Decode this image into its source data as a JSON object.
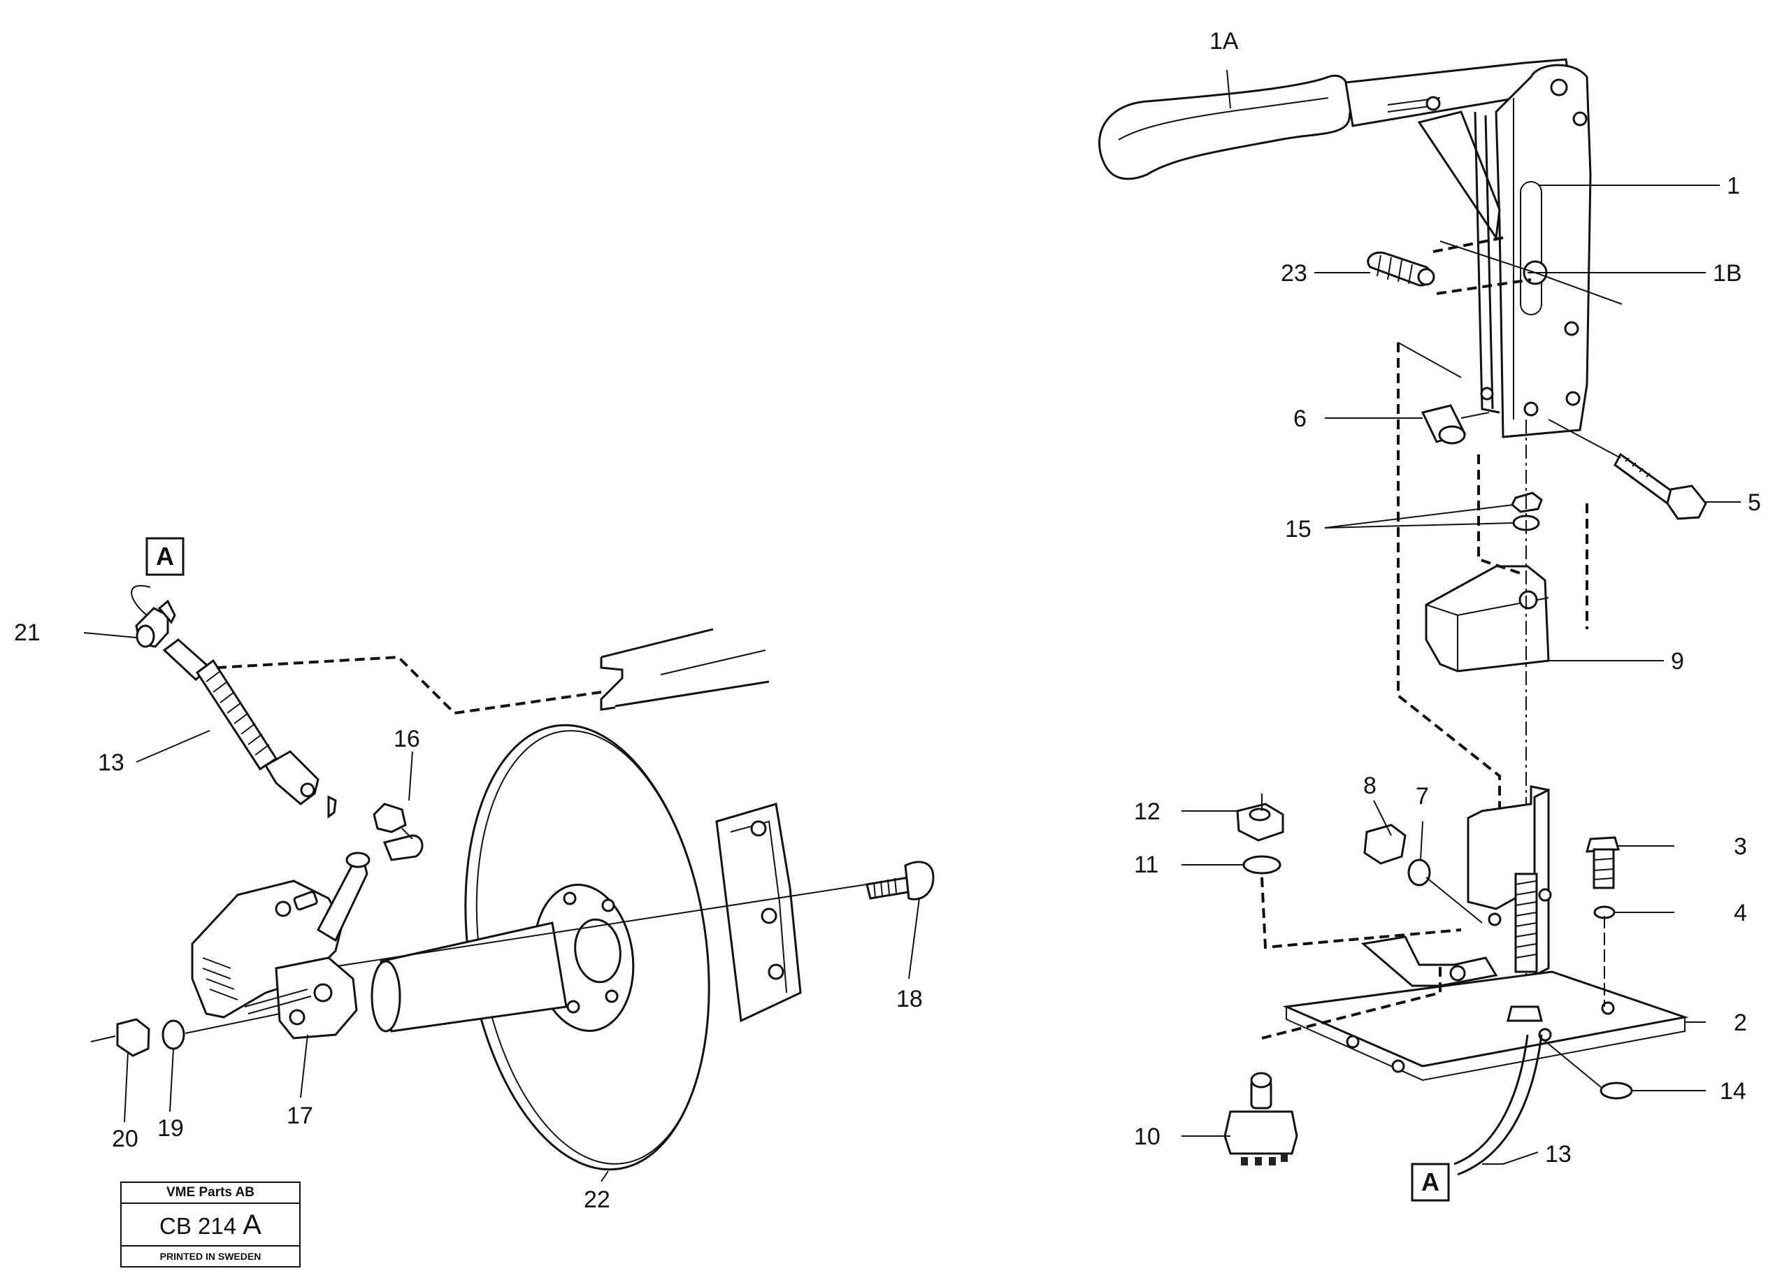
{
  "callouts": {
    "c1A": "1A",
    "c1": "1",
    "c1B": "1B",
    "c23": "23",
    "c6": "6",
    "c5": "5",
    "c15": "15",
    "c9": "9",
    "c8": "8",
    "c7": "7",
    "c12": "12",
    "c11": "11",
    "c3": "3",
    "c4": "4",
    "c2": "2",
    "c14": "14",
    "c10": "10",
    "c13r": "13",
    "c21": "21",
    "c13l": "13",
    "c16": "16",
    "c18": "18",
    "c20": "20",
    "c19": "19",
    "c17": "17",
    "c22": "22"
  },
  "reference_marks": {
    "left": "A",
    "right": "A"
  },
  "title_block": {
    "company": "VME Parts AB",
    "code_prefix": "CB 214",
    "code_suffix": "A",
    "printed": "PRINTED IN SWEDEN"
  }
}
